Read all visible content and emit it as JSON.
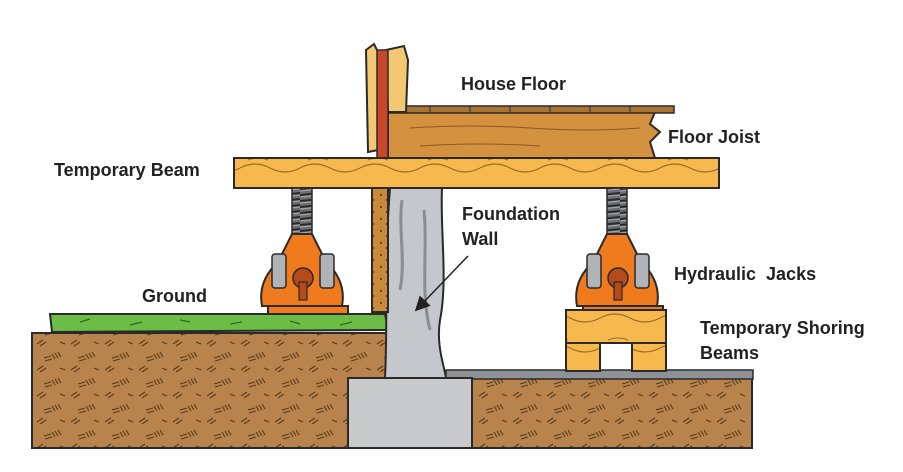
{
  "labels": {
    "house_floor": "House Floor",
    "floor_joist": "Floor Joist",
    "temporary_beam": "Temporary Beam",
    "foundation_wall_line1": "Foundation",
    "foundation_wall_line2": "Wall",
    "hydraulic_jacks": "Hydraulic  Jacks",
    "ground": "Ground",
    "shoring_line1": "Temporary Shoring",
    "shoring_line2": "Beams"
  },
  "colors": {
    "soil": "#b8834c",
    "wood": "#f7b94e",
    "joist": "#d4913f",
    "grass": "#6bbd45",
    "concrete": "#c4c7cc",
    "footing": "#c8cacc",
    "jack": "#f07a1e",
    "outline": "#2a2a2a",
    "sill_red": "#c8462a"
  }
}
